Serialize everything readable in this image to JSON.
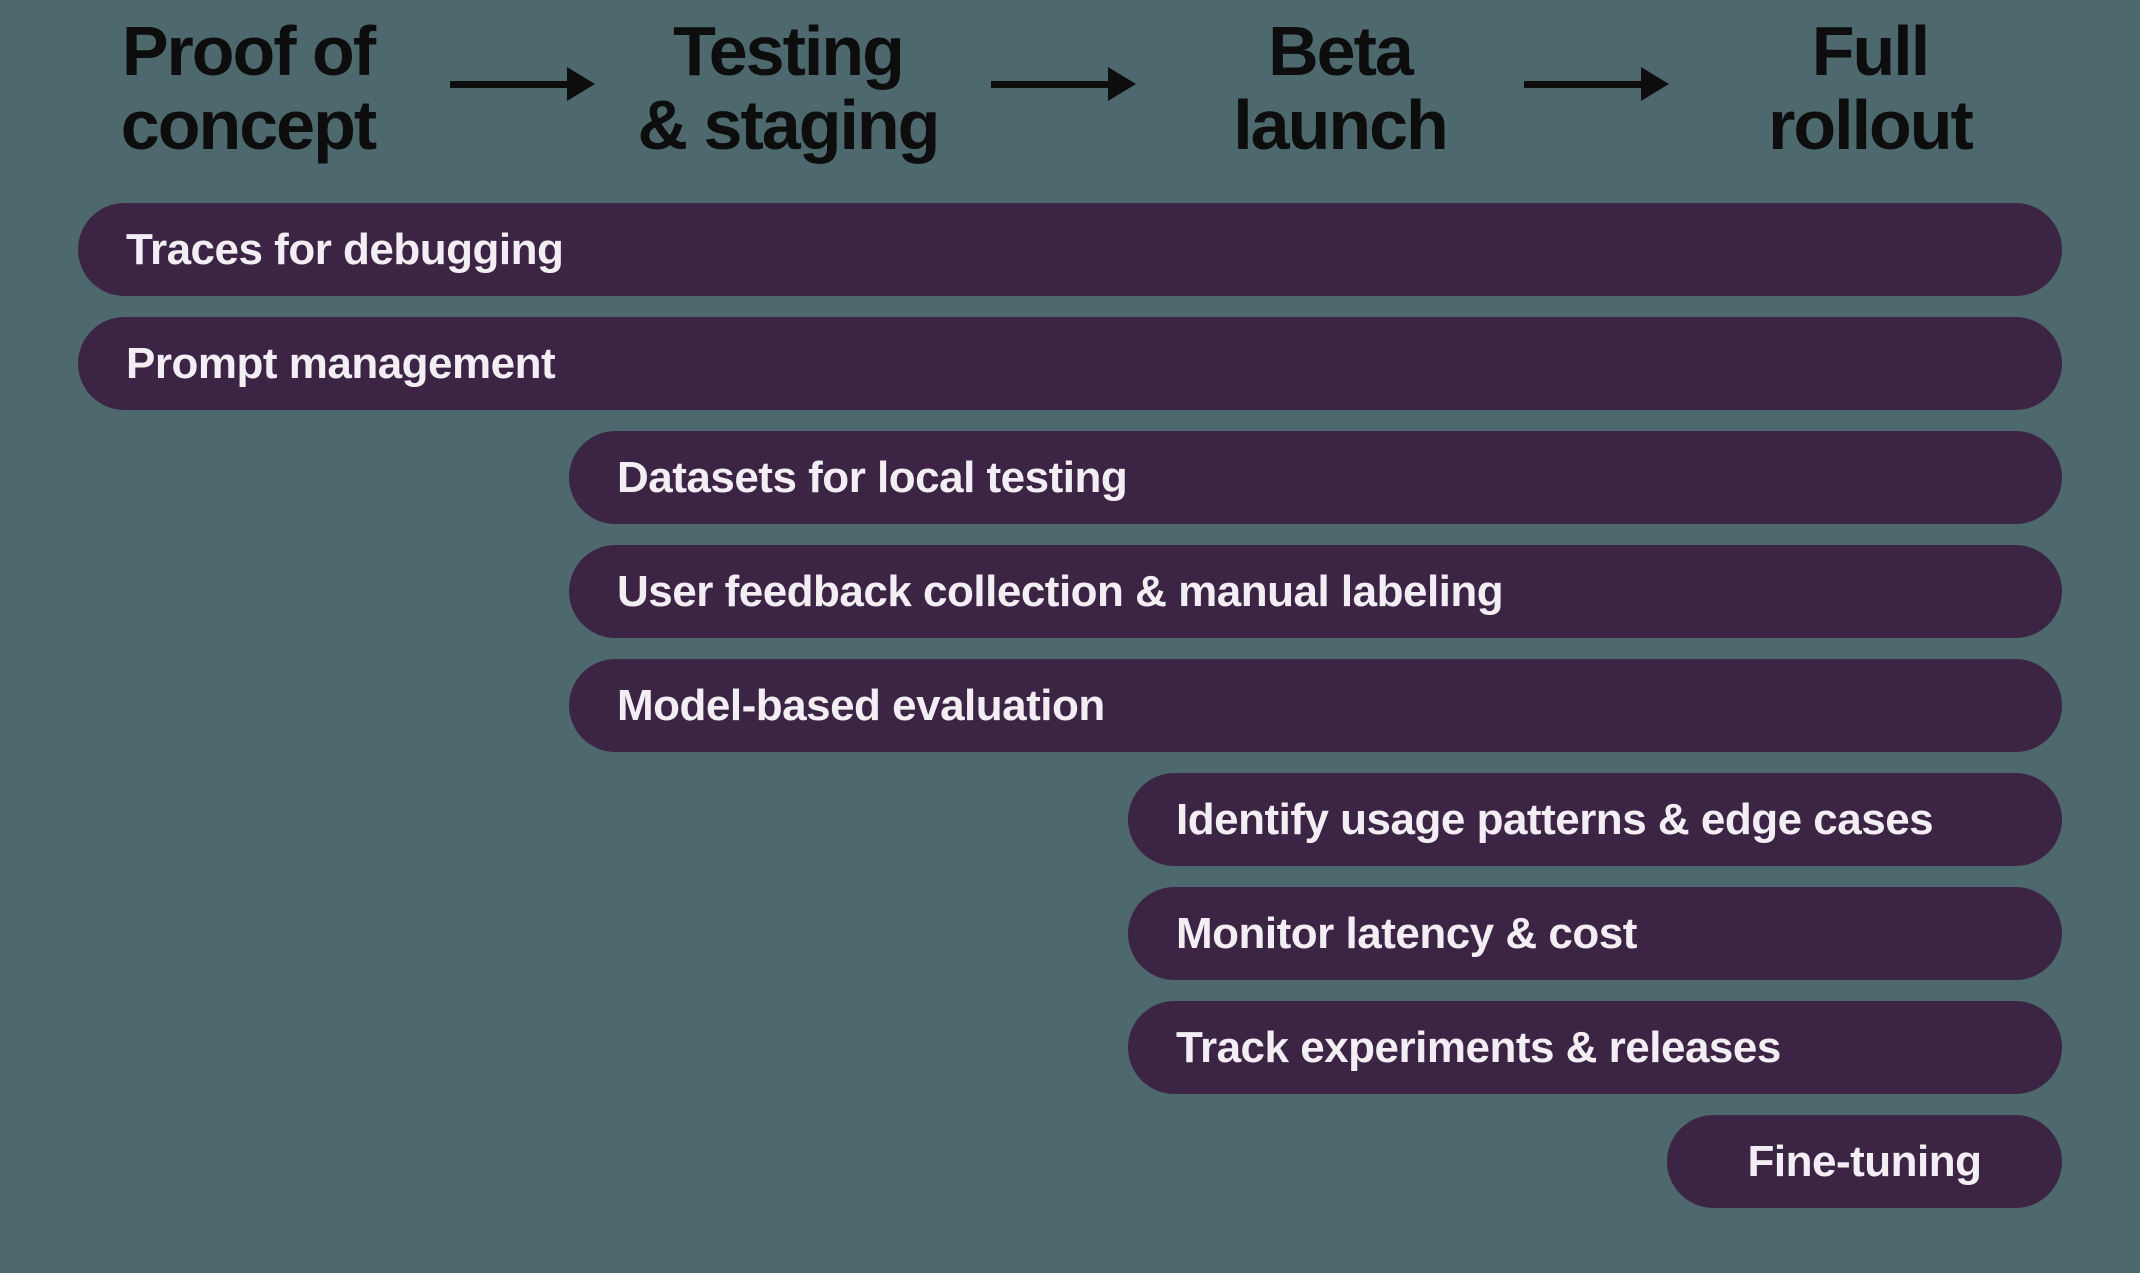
{
  "colors": {
    "background": "#4E696D",
    "bar_fill": "#3B2444",
    "bar_text": "#F3EEF3",
    "heading_text": "#0D0D0D"
  },
  "icons": {
    "flow_arrow": "black right arrow"
  },
  "stages": [
    {
      "label": "Proof of concept",
      "lines": [
        "Proof of",
        "concept"
      ]
    },
    {
      "label": "Testing & staging",
      "lines": [
        "Testing",
        "& staging"
      ]
    },
    {
      "label": "Beta launch",
      "lines": [
        "Beta",
        "launch"
      ]
    },
    {
      "label": "Full rollout",
      "lines": [
        "Full",
        "rollout"
      ]
    }
  ],
  "bars": [
    {
      "label": "Traces for debugging",
      "start_stage_index": 0
    },
    {
      "label": "Prompt management",
      "start_stage_index": 0
    },
    {
      "label": "Datasets for local testing",
      "start_stage_index": 1
    },
    {
      "label": "User feedback collection & manual labeling",
      "start_stage_index": 1
    },
    {
      "label": "Model-based evaluation",
      "start_stage_index": 1
    },
    {
      "label": "Identify usage patterns & edge cases",
      "start_stage_index": 2
    },
    {
      "label": "Monitor latency & cost",
      "start_stage_index": 2
    },
    {
      "label": "Track experiments & releases",
      "start_stage_index": 2
    },
    {
      "label": "Fine-tuning",
      "start_stage_index": 3
    }
  ]
}
